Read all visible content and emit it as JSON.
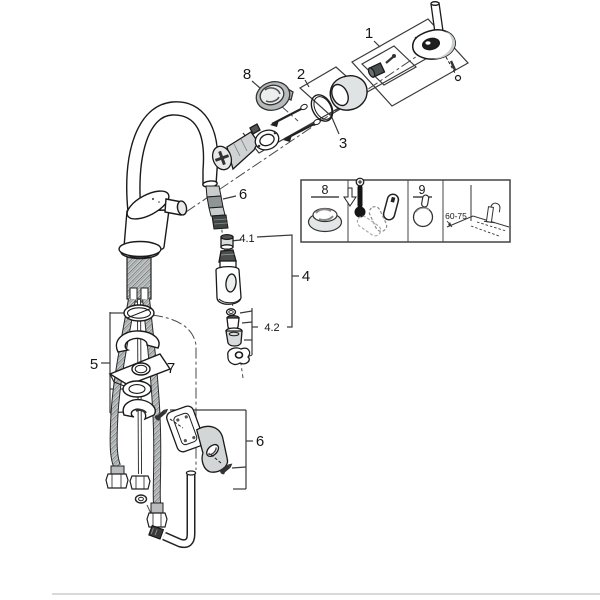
{
  "page": {
    "background": "#ffffff",
    "divider_color": "#d9d9d9"
  },
  "diagram": {
    "type": "exploded-parts-diagram",
    "subject": "single-lever kitchen mixer faucet with pull-out spray",
    "callouts": {
      "handle": "1",
      "cap": "2",
      "cartridge_kit": "3",
      "spray_head": "4",
      "check_valve": "4.1",
      "mousseur": "4.2",
      "fixing_set": "5",
      "hose_spout": "6",
      "hose_weight": "6",
      "cone": "7",
      "escutcheon": "8"
    },
    "inset": {
      "escutcheon_label": "8",
      "plug_label": "9",
      "install_depth": "60-75"
    }
  }
}
